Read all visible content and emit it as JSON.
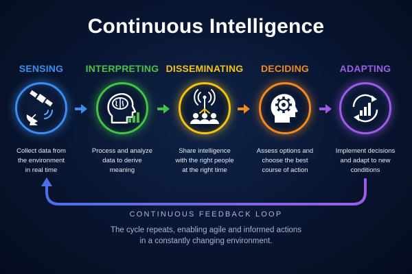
{
  "title": "Continuous Intelligence",
  "stages": [
    {
      "label": "SENSING",
      "color": "#3b8df0",
      "icon": "satellite-dish-icon",
      "desc": [
        "Collect data from",
        "the environment",
        "in real time"
      ]
    },
    {
      "label": "INTERPRETING",
      "color": "#46c24a",
      "icon": "brain-head-icon",
      "desc": [
        "Process and analyze",
        "data to derive",
        "meaning"
      ]
    },
    {
      "label": "DISSEMINATING",
      "color": "#f2c318",
      "icon": "broadcast-people-icon",
      "desc": [
        "Share intelligence",
        "with the right people",
        "at the right time"
      ]
    },
    {
      "label": "DECIDING",
      "color": "#f08a24",
      "icon": "gear-head-icon",
      "desc": [
        "Assess options and",
        "choose the best",
        "course of action"
      ]
    },
    {
      "label": "ADAPTING",
      "color": "#9b5de5",
      "icon": "cycle-chart-icon",
      "desc": [
        "Implement decisions",
        "and adapt to new",
        "conditions"
      ]
    }
  ],
  "loop": {
    "title": "CONTINUOUS FEEDBACK LOOP",
    "desc": [
      "The cycle repeats, enabling agile and informed actions",
      "in a constantly changing environment."
    ]
  }
}
